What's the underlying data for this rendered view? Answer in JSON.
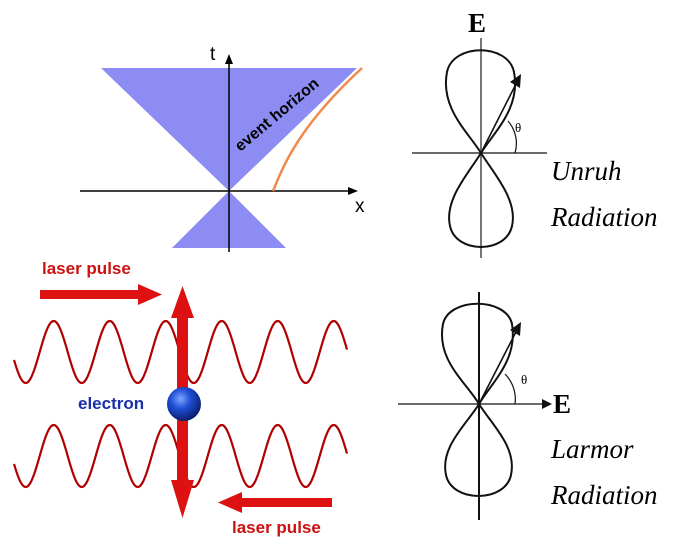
{
  "colors": {
    "horizon_fill": "#8c8cf2",
    "trajectory": "#f08a4a",
    "wave": "#b00000",
    "arrow_red": "#dd1111",
    "label_red": "#cc1111",
    "electron": "#1f4fd6",
    "electron_label": "#1b2fa8",
    "ink": "#000000"
  },
  "spacetime": {
    "t_label": "t",
    "x_label": "x",
    "horizon_label": "event horizon"
  },
  "unruh": {
    "field_label": "E",
    "angle_label": "θ",
    "title_line1": "Unruh",
    "title_line2": "Radiation"
  },
  "laser": {
    "top_pulse_label": "laser pulse",
    "bottom_pulse_label": "laser pulse",
    "electron_label": "electron"
  },
  "larmor": {
    "field_label": "E",
    "angle_label": "θ",
    "title_line1": "Larmor",
    "title_line2": "Radiation"
  }
}
